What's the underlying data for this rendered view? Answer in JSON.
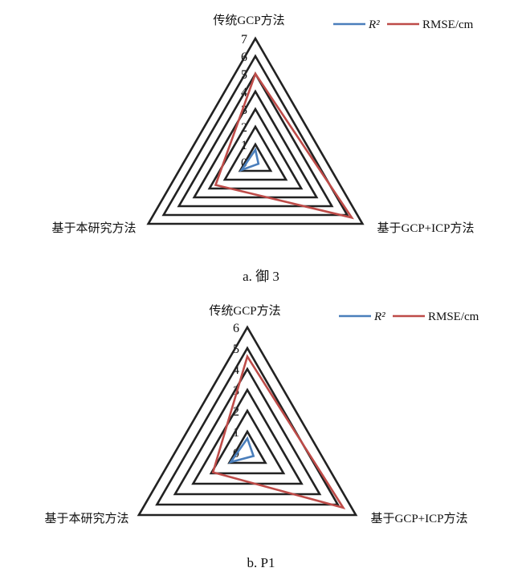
{
  "chart_data": [
    {
      "type": "radar",
      "caption": "a. 御 3",
      "axes": [
        "传统GCP方法",
        "基于GCP+ICP方法",
        "基于本研究方法"
      ],
      "ticks": [
        0,
        1,
        2,
        3,
        4,
        5,
        6,
        7
      ],
      "range": [
        0,
        7
      ],
      "legend": "top-right",
      "series": [
        {
          "name": "R²",
          "color": "#4a7ebb",
          "values": [
            0.7,
            0.2,
            0.9
          ]
        },
        {
          "name": "RMSE/cm",
          "color": "#be4b48",
          "values": [
            5.0,
            6.3,
            2.6
          ]
        }
      ]
    },
    {
      "type": "radar",
      "caption": "b. P1",
      "axes": [
        "传统GCP方法",
        "基于GCP+ICP方法",
        "基于本研究方法"
      ],
      "ticks": [
        0,
        1,
        2,
        3,
        4,
        5,
        6
      ],
      "range": [
        0,
        6
      ],
      "legend": "top-right",
      "series": [
        {
          "name": "R²",
          "color": "#4a7ebb",
          "values": [
            0.67,
            0.34,
            0.92
          ]
        },
        {
          "name": "RMSE/cm",
          "color": "#be4b48",
          "values": [
            4.6,
            5.3,
            1.9
          ]
        }
      ]
    }
  ]
}
